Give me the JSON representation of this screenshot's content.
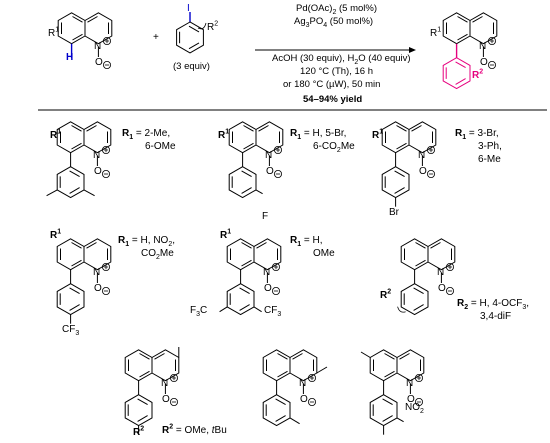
{
  "scheme": {
    "reagents": {
      "catalyst": "Pd(OAc)",
      "catalyst_sub": "2",
      "catalyst_load": " (5 mol%)",
      "additive": "Ag",
      "additive_sub": "3",
      "additive_tail": "PO",
      "additive_sub2": "4",
      "additive_load": " (50 mol%)",
      "solvent1": "AcOH (30 equiv), H",
      "solvent_sub": "2",
      "solvent2": "O (40 equiv)",
      "cond1": "120 °C (Th), 16 h",
      "cond2": "or 180 °C (µW), 50 min"
    },
    "yield": "54–94% yield",
    "equiv_label": "(3 equiv)",
    "plus": "+",
    "atoms": {
      "H": "H",
      "N": "N",
      "O": "O",
      "I": "I",
      "Br": "Br",
      "F": "F",
      "CF3": "CF",
      "Me": ""
    },
    "reactant_r1": "R",
    "reactant_r1_sup": "1",
    "aryl_r2": "R",
    "aryl_r2_sup": "2",
    "colors": {
      "highlight": "#e6007e",
      "bond_blue": "#0000cc",
      "stroke": "#000000"
    },
    "substituents": {
      "e1": {
        "label": "R",
        "sub": "1",
        "text": " = 2-Me,",
        "line2": "6-OMe"
      },
      "e2": {
        "label": "R",
        "sub": "1",
        "text": " = H, 5-Br,",
        "line2": "6-CO",
        "line2_sub": "2",
        "line2_tail": "Me"
      },
      "e3": {
        "label": "R",
        "sub": "1",
        "text": " = 3-Br,",
        "line2": "3-Ph,",
        "line3": "6-Me"
      },
      "e4": {
        "label": "R",
        "sub": "1",
        "text": " = H, NO",
        "text_sub": "2",
        "text_tail": ",",
        "line2": "CO",
        "line2_sub": "2",
        "line2_tail": "Me"
      },
      "e5": {
        "label": "R",
        "sub": "1",
        "text": " = H,",
        "line2": "OMe"
      },
      "e6": {
        "label": "R",
        "sub": "2",
        "text": " = H, 4-OCF",
        "text_sub": "3",
        "text_tail": ",",
        "line2": "3,4-diF"
      },
      "e7": {
        "label": "R",
        "sub": "2",
        "text": " = OMe, ",
        "text_it": "t",
        "text_tail": "Bu"
      }
    }
  }
}
